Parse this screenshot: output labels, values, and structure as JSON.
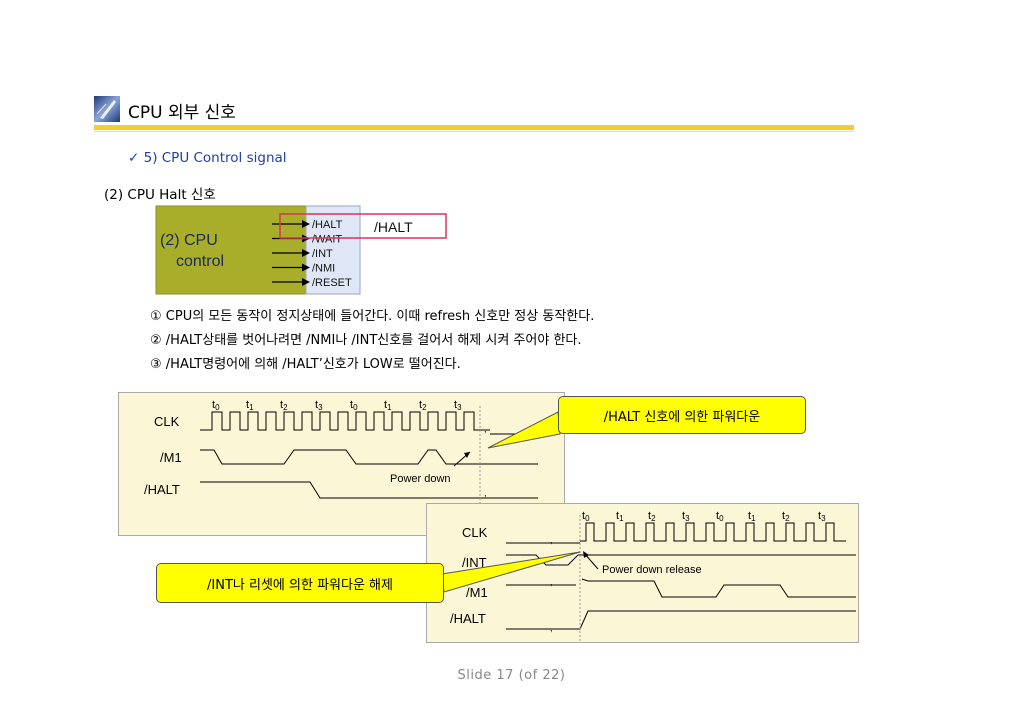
{
  "header": {
    "title": "CPU 외부 신호"
  },
  "subheading": {
    "check": "✓",
    "text": "5) CPU Control signal"
  },
  "section": {
    "title": "(2) CPU Halt 신호"
  },
  "control_block": {
    "label_line1": "(2) CPU",
    "label_line2": "control",
    "signals": [
      "/HALT",
      "/WAIT",
      "/INT",
      "/NMI",
      "/RESET"
    ],
    "highlight_label": "/HALT",
    "colors": {
      "block": "#a8ad2a",
      "highlight": "#e03060",
      "signal_panel": "#dfe6f6"
    }
  },
  "notes": [
    "①  CPU의 모든 동작이 정지상태에 들어간다. 이때 refresh 신호만 정상 동작한다.",
    "② /HALT상태를 벗어나려면 /NMI나 /INT신호를 걸어서 해제 시켜 주어야 한다.",
    "③  /HALT명령어에 의해 /HALT’신호가 LOW로 떨어진다."
  ],
  "timing1": {
    "ticks": [
      "t0",
      "t1",
      "t2",
      "t3",
      "t0",
      "t1",
      "t2",
      "t3"
    ],
    "signals": [
      "CLK",
      "/M1",
      "/HALT"
    ],
    "annotation": "Power down",
    "callout": "/HALT 신호에 의한 파워다운",
    "panel_color": "#fbf6d6"
  },
  "timing2": {
    "ticks": [
      "t0",
      "t1",
      "t2",
      "t3",
      "t0",
      "t1",
      "t2",
      "t3"
    ],
    "signals": [
      "CLK",
      "/INT",
      "/M1",
      "/HALT"
    ],
    "annotation": "Power down release",
    "callout": "/INT나 리셋에 의한 파워다운 해제",
    "panel_color": "#fbf6d6"
  },
  "footer": {
    "text": "Slide  17 (of  22)"
  }
}
